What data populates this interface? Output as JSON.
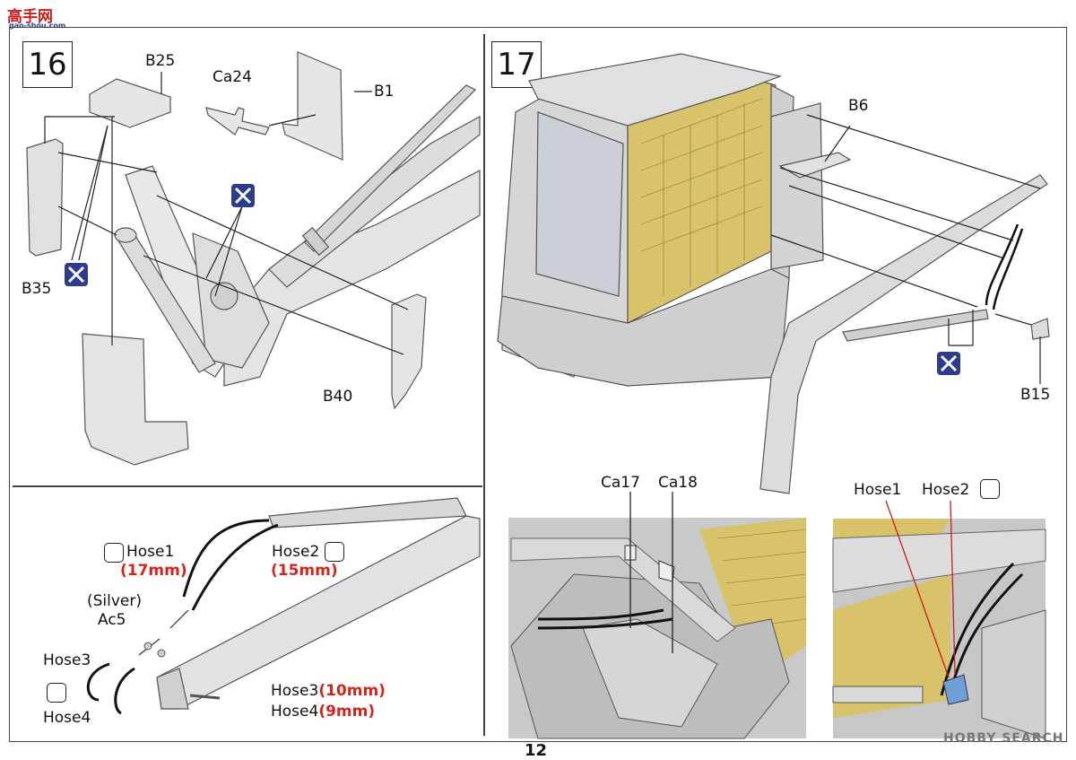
{
  "header": {
    "site_logo": "高手网",
    "site_domain": "gao-shou.com"
  },
  "step16": {
    "number": "16",
    "parts": {
      "b25": "B25",
      "ca24": "Ca24",
      "b1": "B1",
      "b35": "B35",
      "b40": "B40"
    }
  },
  "step16_sub": {
    "hose1": "Hose1",
    "hose1_len": "(17mm)",
    "hose2": "Hose2",
    "hose2_len": "(15mm)",
    "silver": "(Silver)",
    "ac5": "Ac5",
    "hose3": "Hose3",
    "hose4": "Hose4",
    "hose3_b": "Hose3",
    "hose3_len": "(10mm)",
    "hose4_b": "Hose4",
    "hose4_len": "(9mm)"
  },
  "step17": {
    "number": "17",
    "parts": {
      "b6": "B6",
      "b15": "B15"
    },
    "detail_left": {
      "ca17": "Ca17",
      "ca18": "Ca18"
    },
    "detail_right": {
      "hose1": "Hose1",
      "hose2": "Hose2"
    }
  },
  "footer": {
    "page_number": "12",
    "watermark": "HOBBY SEARCH"
  },
  "colors": {
    "accent_icon": "#2b3d8c",
    "length_red": "#d2251c",
    "cab_panel": "#d8c36a"
  }
}
